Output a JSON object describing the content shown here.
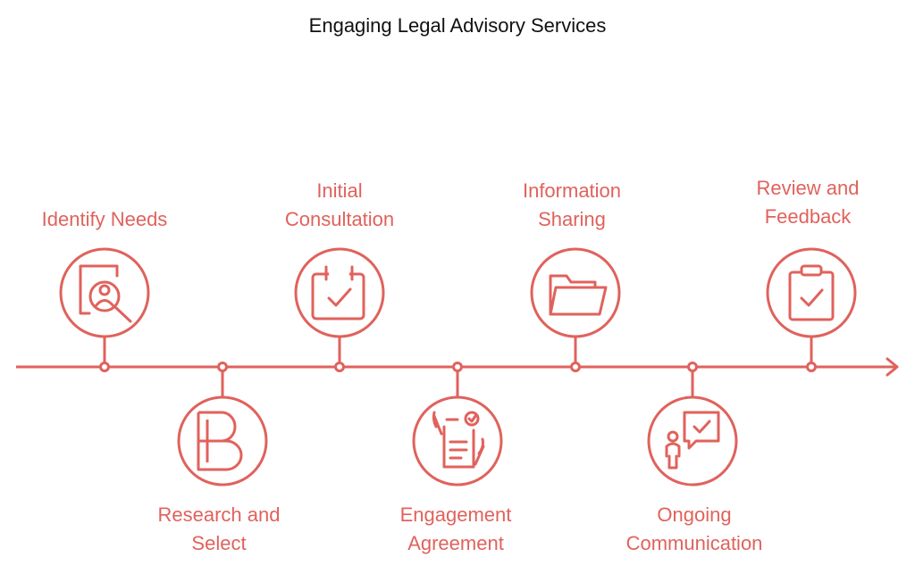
{
  "title": "Engaging Legal Advisory Services",
  "colors": {
    "accent": "#e0625c",
    "title": "#111111",
    "background": "#ffffff"
  },
  "steps": [
    {
      "icon": "search-person-icon",
      "lines": [
        "Identify Needs"
      ]
    },
    {
      "icon": "letter-b-icon",
      "lines": [
        "Research and",
        "Select"
      ]
    },
    {
      "icon": "calendar-check-icon",
      "lines": [
        "Initial",
        "Consultation"
      ]
    },
    {
      "icon": "signed-document-icon",
      "lines": [
        "Engagement",
        "Agreement"
      ]
    },
    {
      "icon": "folder-icon",
      "lines": [
        "Information",
        "Sharing"
      ]
    },
    {
      "icon": "person-chat-icon",
      "lines": [
        "Ongoing",
        "Communication"
      ]
    },
    {
      "icon": "clipboard-check-icon",
      "lines": [
        "Review and",
        "Feedback"
      ]
    }
  ]
}
